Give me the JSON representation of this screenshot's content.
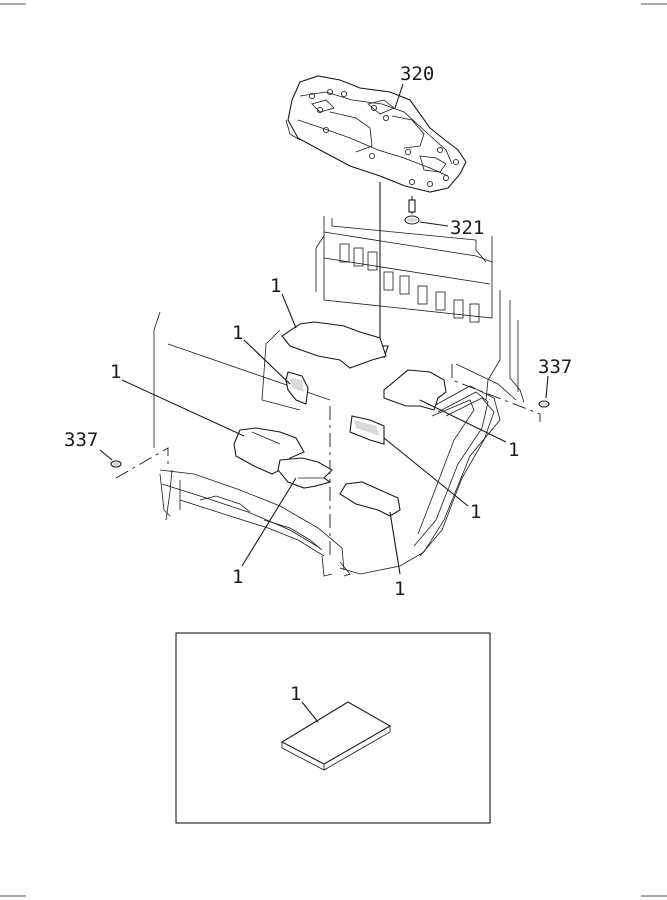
{
  "diagram": {
    "callouts": {
      "c320": "320",
      "c321": "321",
      "c337_right": "337",
      "c337_left": "337",
      "c1_a": "1",
      "c1_b": "1",
      "c1_c": "1",
      "c1_d": "1",
      "c1_e": "1",
      "c1_f": "1",
      "c1_g": "1",
      "c1_inset": "1"
    }
  }
}
